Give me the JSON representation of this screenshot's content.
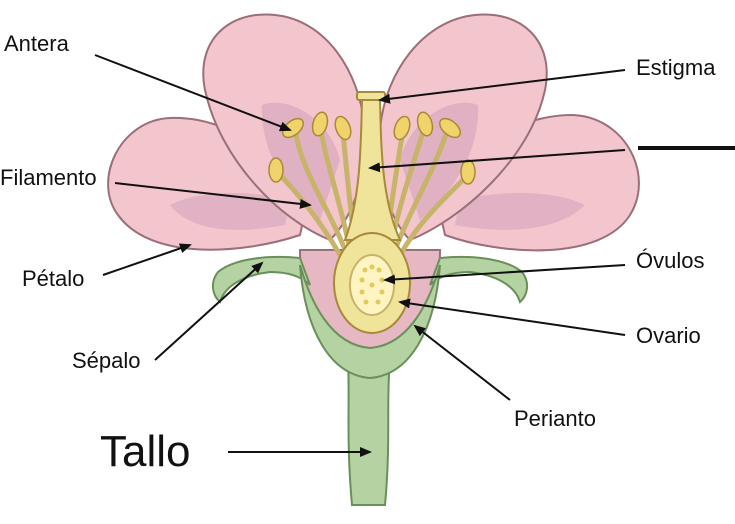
{
  "labels": {
    "antera": "Antera",
    "filamento": "Filamento",
    "petalo": "Pétalo",
    "sepalo": "Sépalo",
    "tallo": "Tallo",
    "estigma": "Estigma",
    "ovulos": "Óvulos",
    "ovario": "Ovario",
    "perianto": "Perianto"
  },
  "colors": {
    "petal": "#f2c6cc",
    "petal_shadow": "#d9a9bf",
    "stem": "#b5d3a2",
    "stem_outline": "#6a8f5a",
    "pistil": "#f0e39a",
    "anther": "#f0d36a",
    "arrow": "#111111"
  }
}
